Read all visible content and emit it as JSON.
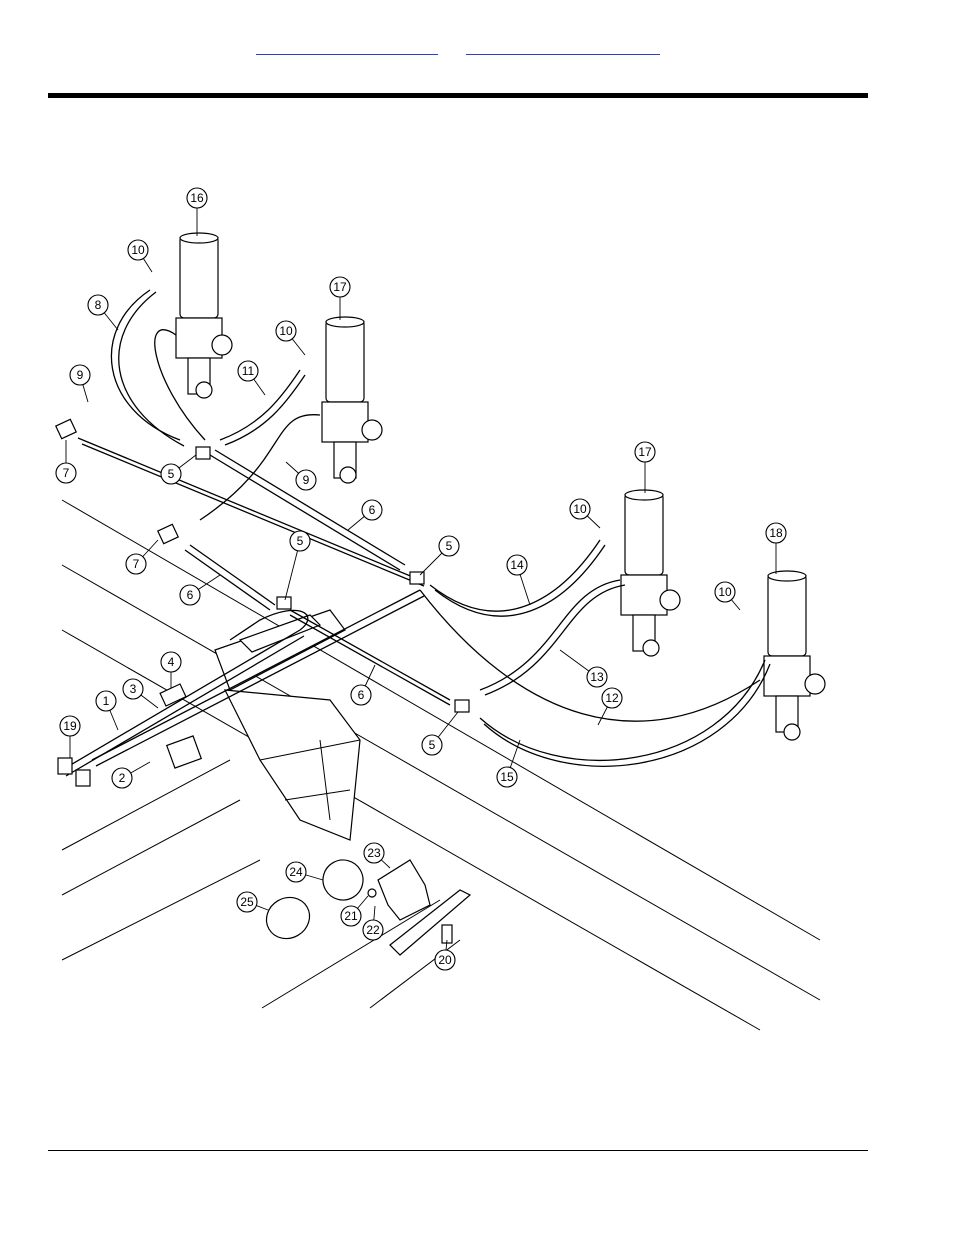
{
  "header": {
    "links": [
      {
        "label": ""
      },
      {
        "label": ""
      }
    ]
  },
  "diagram": {
    "callouts": [
      {
        "label": "16"
      },
      {
        "label": "10"
      },
      {
        "label": "17"
      },
      {
        "label": "10"
      },
      {
        "label": "8"
      },
      {
        "label": "11"
      },
      {
        "label": "9"
      },
      {
        "label": "7"
      },
      {
        "label": "5"
      },
      {
        "label": "9"
      },
      {
        "label": "6"
      },
      {
        "label": "17"
      },
      {
        "label": "10"
      },
      {
        "label": "18"
      },
      {
        "label": "10"
      },
      {
        "label": "7"
      },
      {
        "label": "5"
      },
      {
        "label": "5"
      },
      {
        "label": "14"
      },
      {
        "label": "6"
      },
      {
        "label": "4"
      },
      {
        "label": "3"
      },
      {
        "label": "1"
      },
      {
        "label": "13"
      },
      {
        "label": "6"
      },
      {
        "label": "12"
      },
      {
        "label": "19"
      },
      {
        "label": "5"
      },
      {
        "label": "15"
      },
      {
        "label": "2"
      },
      {
        "label": "23"
      },
      {
        "label": "24"
      },
      {
        "label": "25"
      },
      {
        "label": "21"
      },
      {
        "label": "22"
      },
      {
        "label": "20"
      }
    ]
  }
}
